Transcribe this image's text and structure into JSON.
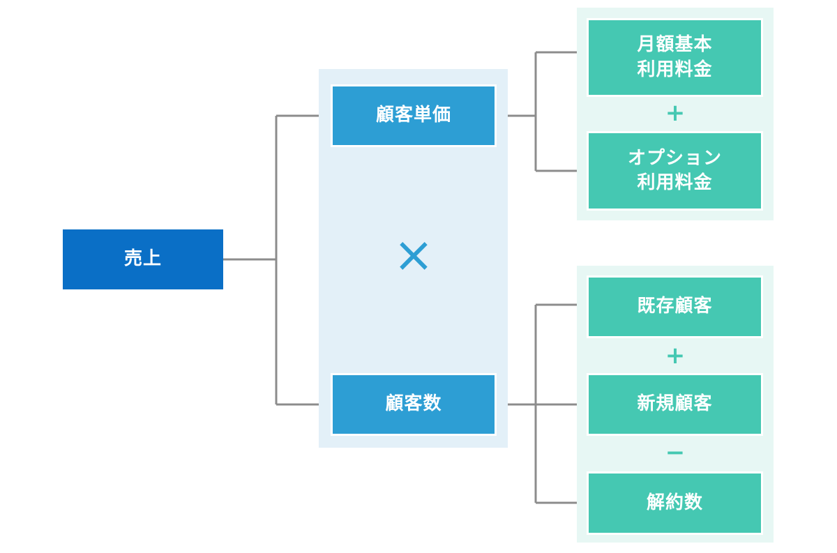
{
  "root": {
    "label": "売上"
  },
  "middle": {
    "top_label": "顧客単価",
    "bottom_label": "顧客数",
    "operator": "×"
  },
  "price_breakdown": {
    "item1": "月額基本\n利用料金",
    "operator": "+",
    "item2": "オプション\n利用料金"
  },
  "customer_breakdown": {
    "item1": "既存顧客",
    "operator1": "+",
    "item2": "新規顧客",
    "operator2": "−",
    "item3": "解約数"
  },
  "colors": {
    "root": "#0a6fc6",
    "middle_box": "#2d9ed4",
    "middle_panel": "#e3f0f8",
    "right_box": "#45c8b2",
    "right_panel": "#e7f7f4",
    "connector": "#8c8c8c"
  }
}
